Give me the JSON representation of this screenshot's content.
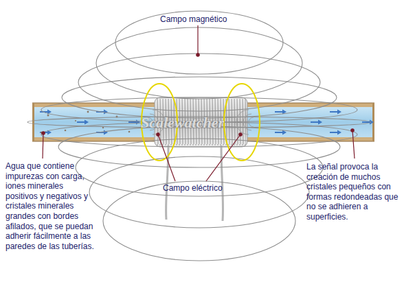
{
  "diagram": {
    "labels": [
      "Campo magnético",
      "Scalewatcher",
      "Agua que contiene impurezas con carga, iones minerales positivos y negativos y cristales minerales grandes con bordes afilados, que se puedan adherir fácilmente a las paredes de las tuberías.",
      "Campo eléctrico",
      "La señal provoca la creación de muchos cristales pequeños con formas redondeadas que no se adhieren a superficies."
    ]
  }
}
